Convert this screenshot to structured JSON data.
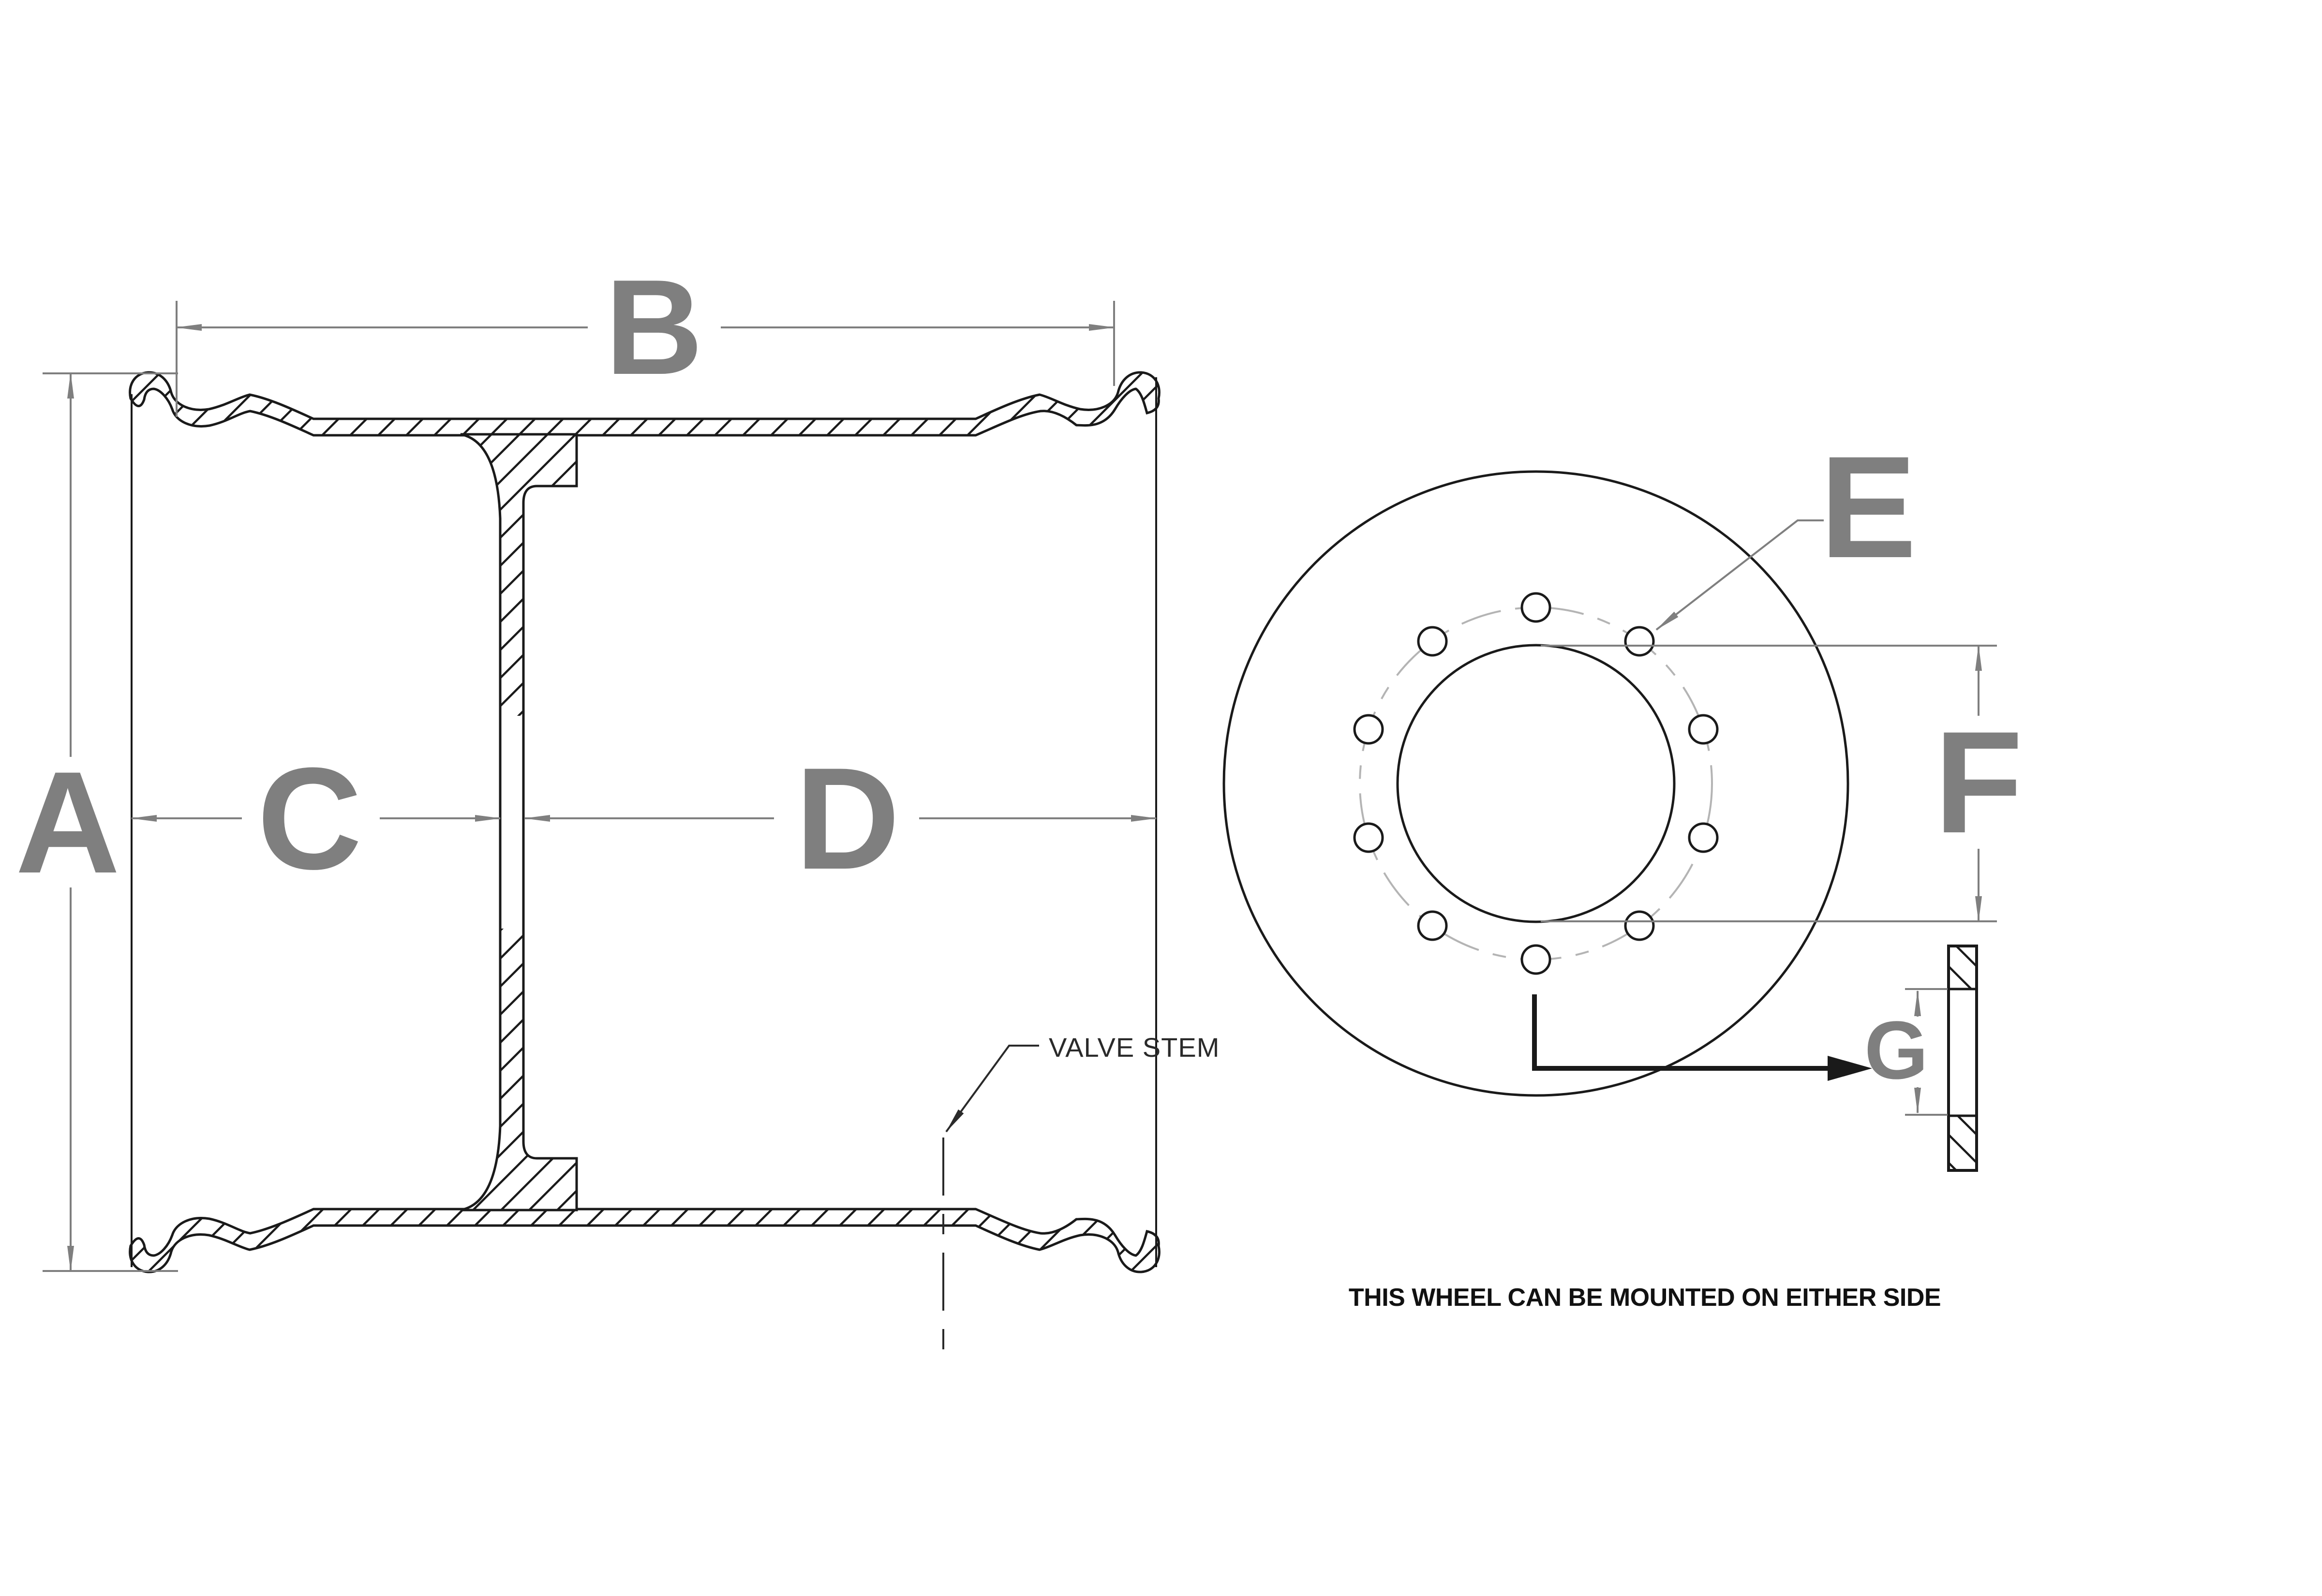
{
  "labels": {
    "a": "A",
    "b": "B",
    "c": "C",
    "d": "D",
    "e": "E",
    "f": "F",
    "g": "G"
  },
  "callouts": {
    "valve_stem": "VALVE STEM"
  },
  "notes": {
    "mounting": "THIS WHEEL CAN BE MOUNTED ON EITHER SIDE"
  },
  "front_view": {
    "bolt_hole_count": 10
  },
  "colors": {
    "part_line": "#1a1a1a",
    "dimension": "#7f7f7f",
    "bolt_circle": "#b4b4b4",
    "callout_text": "#2a2a2a",
    "note_text": "#111111"
  }
}
